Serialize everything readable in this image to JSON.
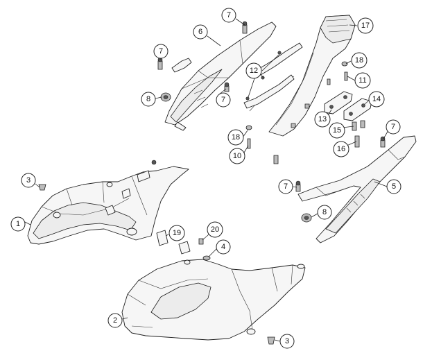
{
  "callouts": [
    "1",
    "2",
    "3",
    "3",
    "4",
    "5",
    "6",
    "7",
    "7",
    "7",
    "7",
    "7",
    "8",
    "8",
    "10",
    "11",
    "12",
    "13",
    "14",
    "15",
    "16",
    "17",
    "18",
    "18",
    "19",
    "20"
  ]
}
